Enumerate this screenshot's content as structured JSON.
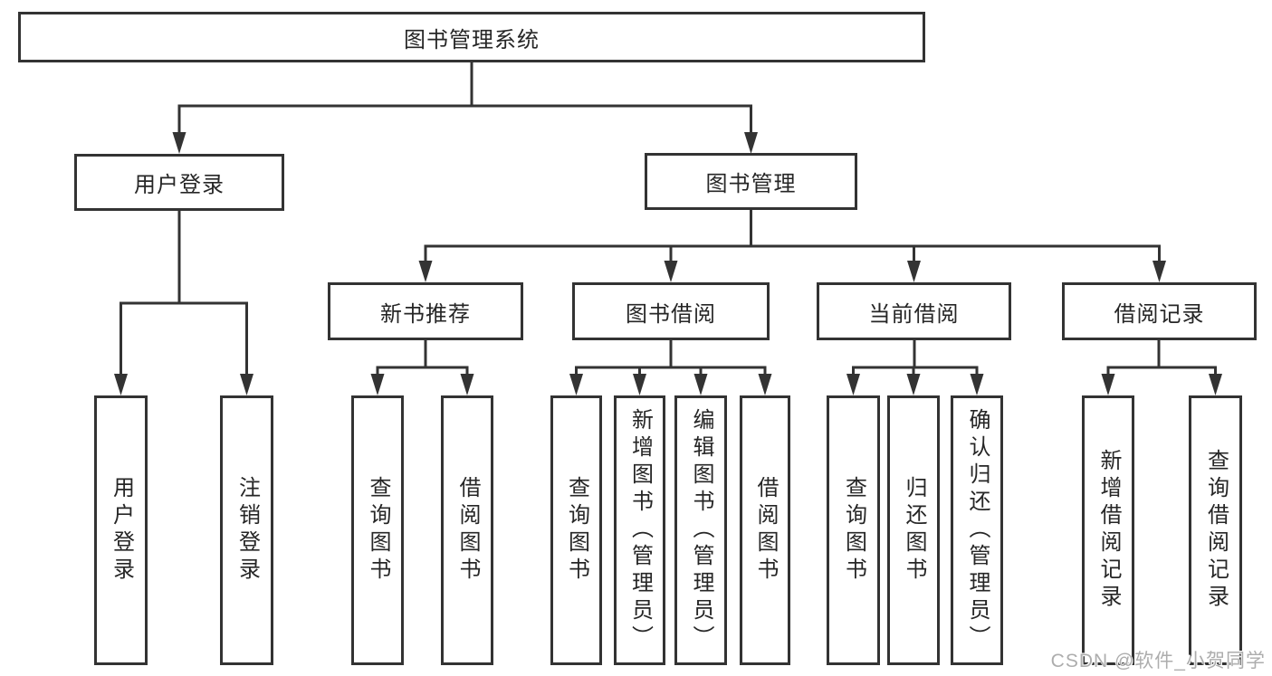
{
  "diagram": {
    "root": {
      "label": "图书管理系统"
    },
    "branches": [
      {
        "label": "用户登录",
        "children": [
          {
            "label": "用户登录"
          },
          {
            "label": "注销登录"
          }
        ]
      },
      {
        "label": "图书管理",
        "children": [
          {
            "label": "新书推荐",
            "children": [
              {
                "label": "查询图书"
              },
              {
                "label": "借阅图书"
              }
            ]
          },
          {
            "label": "图书借阅",
            "children": [
              {
                "label": "查询图书"
              },
              {
                "label": "新增图书（管理员）"
              },
              {
                "label": "编辑图书（管理员）"
              },
              {
                "label": "借阅图书"
              }
            ]
          },
          {
            "label": "当前借阅",
            "children": [
              {
                "label": "查询图书"
              },
              {
                "label": "归还图书"
              },
              {
                "label": "确认归还（管理员）"
              }
            ]
          },
          {
            "label": "借阅记录",
            "children": [
              {
                "label": "新增借阅记录"
              },
              {
                "label": "查询借阅记录"
              }
            ]
          }
        ]
      }
    ],
    "watermark": "CSDN @软件_小贺同学",
    "colors": {
      "line": "#333333",
      "box_border": "#333333",
      "box_fill": "#ffffff",
      "text": "#262626",
      "watermark": "#adadad"
    }
  }
}
